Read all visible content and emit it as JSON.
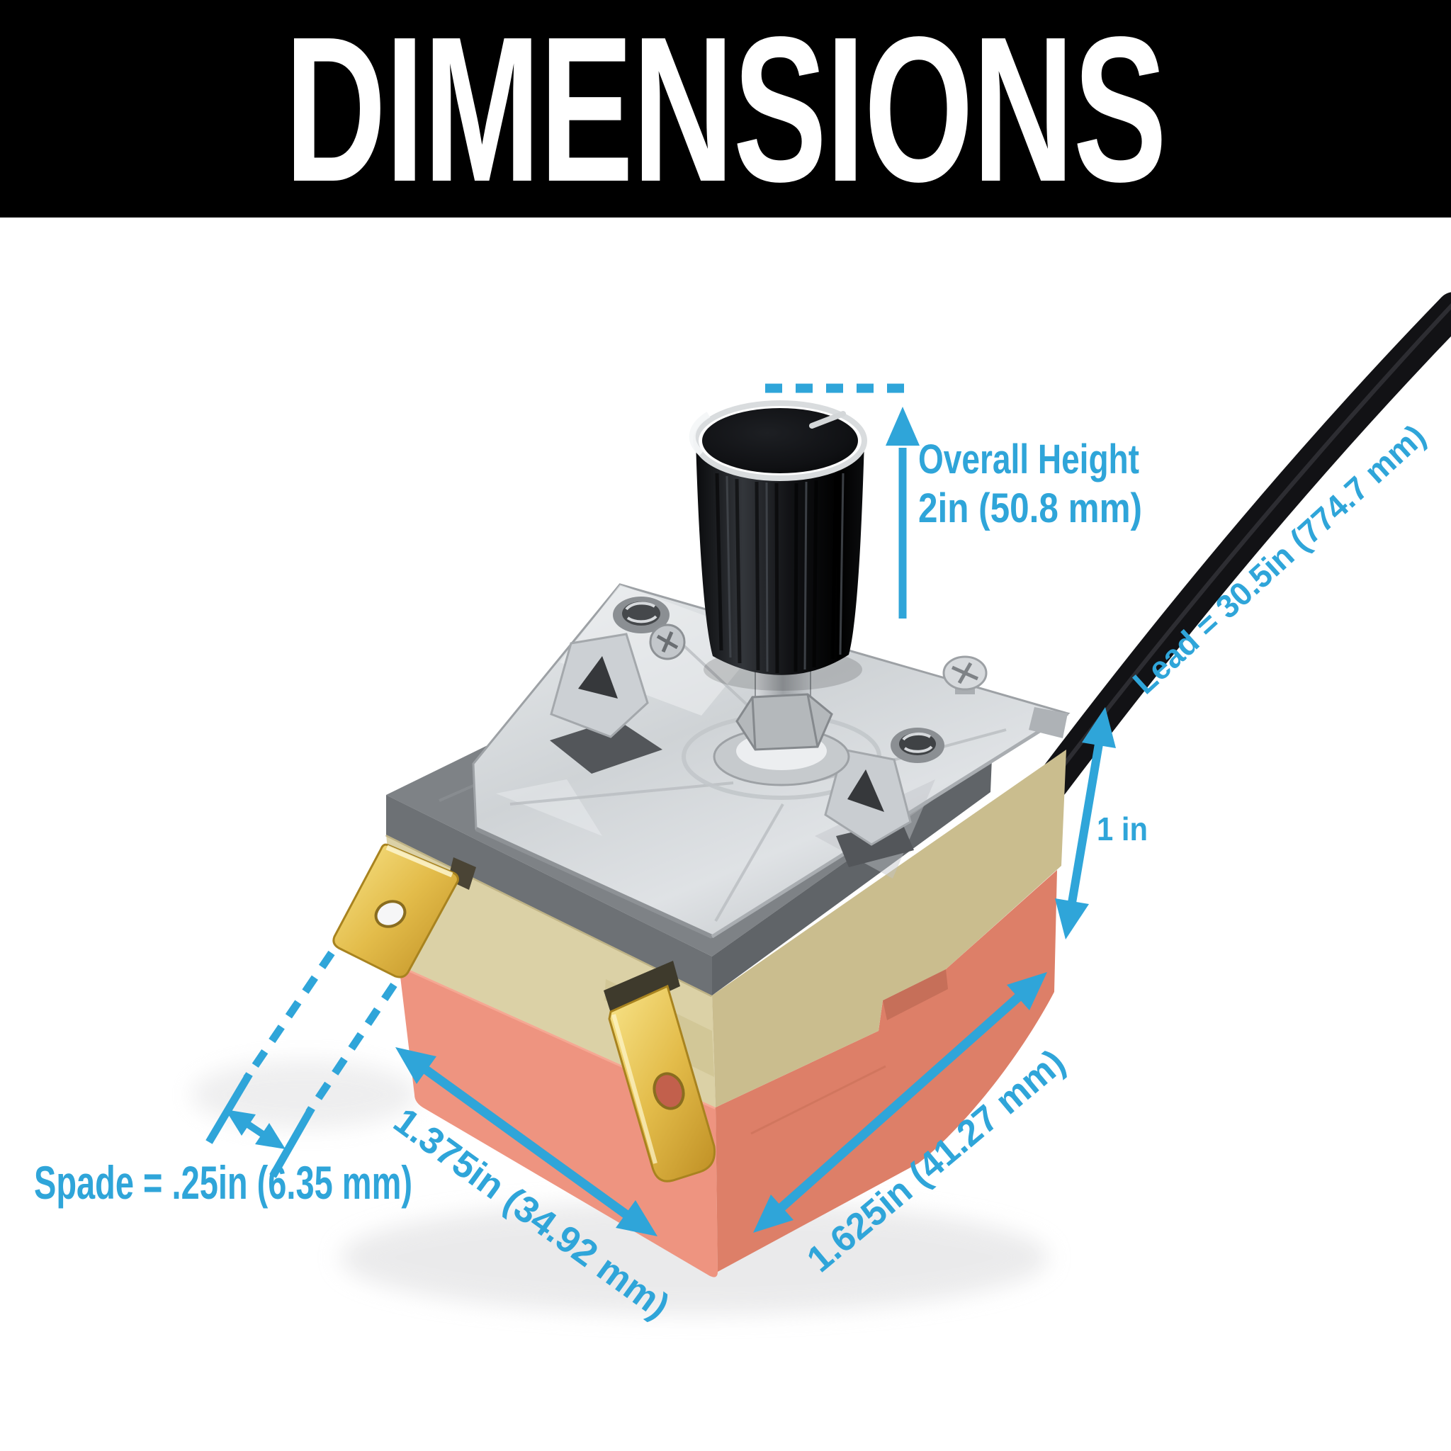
{
  "banner": {
    "title": "DIMENSIONS",
    "background_color": "#000000",
    "text_color": "#ffffff"
  },
  "accent_color": "#2fa5d9",
  "annotations": {
    "overall_height": {
      "line1": "Overall Height",
      "line2": "2in (50.8 mm)"
    },
    "lead_length": "Lead = 30.5in (774.7 mm)",
    "body_height": "1 in",
    "spade_width": "Spade = .25in (6.35 mm)",
    "front_width": "1.375in (34.92 mm)",
    "side_depth": "1.625in (41.27 mm)"
  },
  "device": {
    "description": "capillary thermostat with black control knob, metal mounting bracket, two brass spade terminals and black lead wire",
    "colors": {
      "knob": "#141518",
      "knob_rim": "#dcdfe1",
      "bracket_metal": "#d6d9dc",
      "gasket_gray": "#72767a",
      "body_upper_cream": "#dbd1a6",
      "body_lower_salmon": "#ed9480",
      "terminal_brass": "#e3bc4a",
      "cable_black": "#131316"
    }
  }
}
